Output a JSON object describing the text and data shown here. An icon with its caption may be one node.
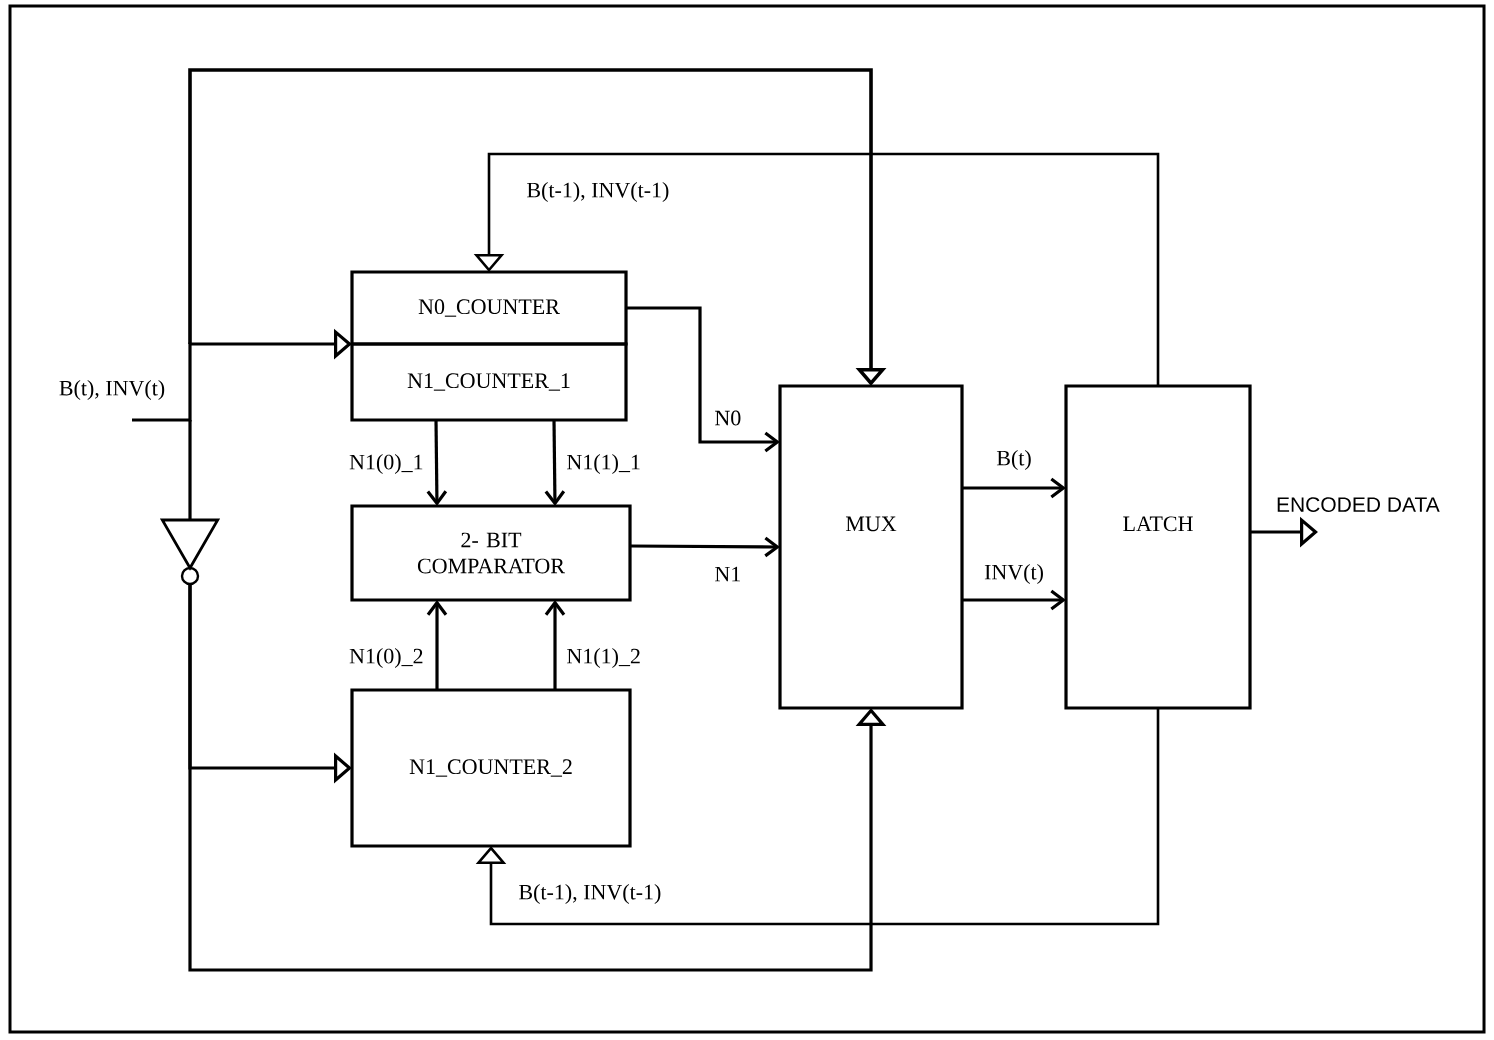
{
  "diagram": {
    "nodes": [
      {
        "text": [
          "N0_COUNTER"
        ]
      },
      {
        "text": [
          "N1_COUNTER_1"
        ]
      },
      {
        "text": [
          "2- BIT COMPARATOR"
        ]
      },
      {
        "text": [
          "N1_COUNTER_2"
        ]
      },
      {
        "text": [
          "MUX"
        ]
      },
      {
        "text": [
          "LATCH"
        ]
      },
      {
        "text": [],
        "shape": "triangle"
      },
      {
        "text": [
          "B(t), INV(t)"
        ]
      },
      {
        "text": [
          "ENCODED DATA"
        ]
      }
    ],
    "edges": [
      {
        "from": 7,
        "to": 0,
        "arrow": "to"
      },
      {
        "from": 7,
        "to": 4,
        "arrow": "to"
      },
      {
        "from": 7,
        "to": 6,
        "arrow": "none"
      },
      {
        "from": 6,
        "to": 3,
        "arrow": "to"
      },
      {
        "from": 6,
        "to": 4,
        "arrow": "to"
      },
      {
        "from": 5,
        "to": 0,
        "arrow": "to",
        "label": "B(t-1), INV(t-1)"
      },
      {
        "from": 5,
        "to": 3,
        "arrow": "to",
        "label": "B(t-1), INV(t-1)"
      },
      {
        "from": 0,
        "to": 4,
        "arrow": "to",
        "label": "N0"
      },
      {
        "from": 1,
        "to": 2,
        "arrow": "to",
        "label": "N1(0)_1"
      },
      {
        "from": 1,
        "to": 2,
        "arrow": "to",
        "label": "N1(1)_1"
      },
      {
        "from": 3,
        "to": 2,
        "arrow": "to",
        "label": "N1(0)_2"
      },
      {
        "from": 3,
        "to": 2,
        "arrow": "to",
        "label": "N1(1)_2"
      },
      {
        "from": 2,
        "to": 4,
        "arrow": "to",
        "label": "N1"
      },
      {
        "from": 4,
        "to": 5,
        "arrow": "to",
        "label": "B(t)"
      },
      {
        "from": 4,
        "to": 5,
        "arrow": "to",
        "label": "INV(t)"
      },
      {
        "from": 5,
        "to": 8,
        "arrow": "to"
      }
    ]
  }
}
